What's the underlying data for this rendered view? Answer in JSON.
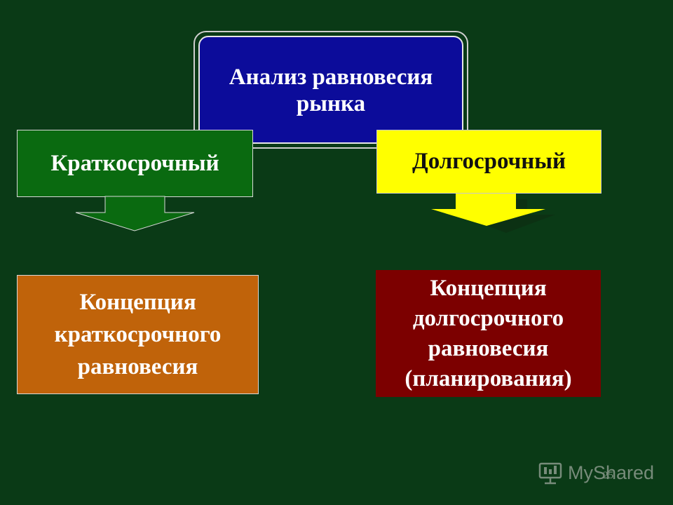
{
  "diagram": {
    "root": {
      "line1": "Анализ равновесия",
      "line2": "рынка"
    },
    "short_term": {
      "label": "Краткосрочный",
      "concept_lines": [
        "Концепция",
        "краткосрочного",
        "равновесия"
      ],
      "box_color": "#0a6a10",
      "concept_color": "#c0630a"
    },
    "long_term": {
      "label": "Долгосрочный",
      "concept_lines": [
        "Концепция",
        "долгосрочного",
        "равновесия",
        "(планирования)"
      ],
      "box_color": "#ffff00",
      "concept_color": "#7c0000"
    },
    "root_color": "#0c0c9a",
    "background": "#0a3a16"
  },
  "footer": {
    "page_number": "25",
    "watermark": "MyShared"
  }
}
